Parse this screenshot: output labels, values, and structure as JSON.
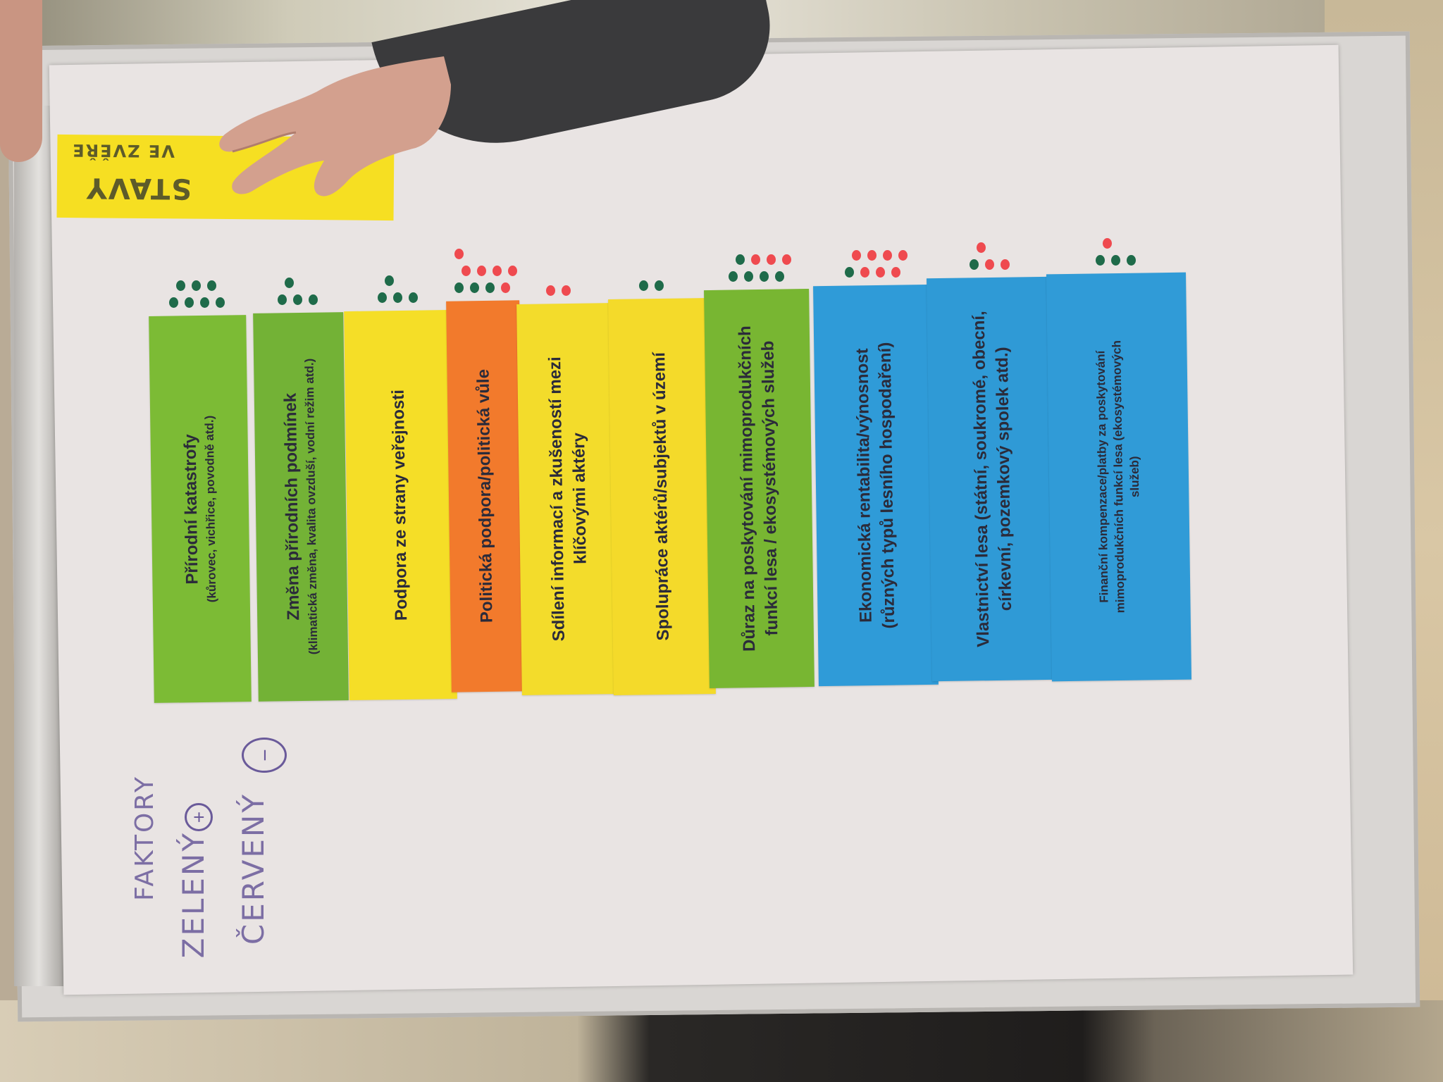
{
  "note": {
    "line1": "STAVY",
    "line2": "VE ZVĚŘE"
  },
  "handwriting": {
    "line1": "FAKTORY",
    "line2": "ZELENÝ",
    "plus": "+",
    "line3": "ČERVENÝ",
    "minus": "−"
  },
  "dot_colors": {
    "green": "#1f6b4a",
    "red": "#ef4a4f"
  },
  "cards": [
    {
      "color": "#7cbb35",
      "lines": [
        {
          "t": "Přírodní katastrofy"
        },
        {
          "t": "(kůrovec, vichřice, povodně atd.)",
          "sub": true
        }
      ],
      "dots": {
        "green": 7,
        "red": 0
      }
    },
    {
      "color": "#73b236",
      "lines": [
        {
          "t": "Změna přírodních podmínek"
        },
        {
          "t": "(klimatická změna, kvalita ovzduší, vodní režim atd.)",
          "sub": true
        }
      ],
      "dots": {
        "green": 4,
        "red": 0
      }
    },
    {
      "color": "#f5de27",
      "lines": [
        {
          "t": "Podpora ze strany veřejnosti"
        }
      ],
      "dots": {
        "green": 4,
        "red": 0
      }
    },
    {
      "color": "#f27a2c",
      "lines": [
        {
          "t": "Politická podpora/politická vůle"
        }
      ],
      "dots": {
        "green": 3,
        "red": 6
      }
    },
    {
      "color": "#f3dc2b",
      "lines": [
        {
          "t": "Sdílení informací a zkušeností mezi"
        },
        {
          "t": "klíčovými aktéry"
        }
      ],
      "dots": {
        "green": 0,
        "red": 2
      }
    },
    {
      "color": "#f4da2a",
      "lines": [
        {
          "t": "Spolupráce aktérů/subjektů v území"
        }
      ],
      "dots": {
        "green": 2,
        "red": 0
      }
    },
    {
      "color": "#78b632",
      "lines": [
        {
          "t": "Důraz na poskytování mimoprodukčních"
        },
        {
          "t": "funkcí lesa / ekosystémových služeb"
        }
      ],
      "dots": {
        "green": 5,
        "red": 3
      }
    },
    {
      "color": "#2f9bd8",
      "lines": [
        {
          "t": "Ekonomická rentabilita/výnosnost"
        },
        {
          "t": "(různých typů lesního hospodaření)"
        }
      ],
      "dots": {
        "green": 1,
        "red": 7
      }
    },
    {
      "color": "#2f9ad6",
      "lines": [
        {
          "t": "Vlastnictví lesa (státní, soukromé, obecní,"
        },
        {
          "t": "církevní, pozemkový spolek atd.)"
        }
      ],
      "dots": {
        "green": 1,
        "red": 3
      }
    },
    {
      "color": "#309bd7",
      "lines": [
        {
          "t": "Finanční kompenzace/platby za poskytování",
          "small": true
        },
        {
          "t": "mimoprodukčních funkcí lesa (ekosystémových",
          "small": true
        },
        {
          "t": "služeb)",
          "small": true
        }
      ],
      "dots": {
        "green": 3,
        "red": 1
      }
    }
  ]
}
